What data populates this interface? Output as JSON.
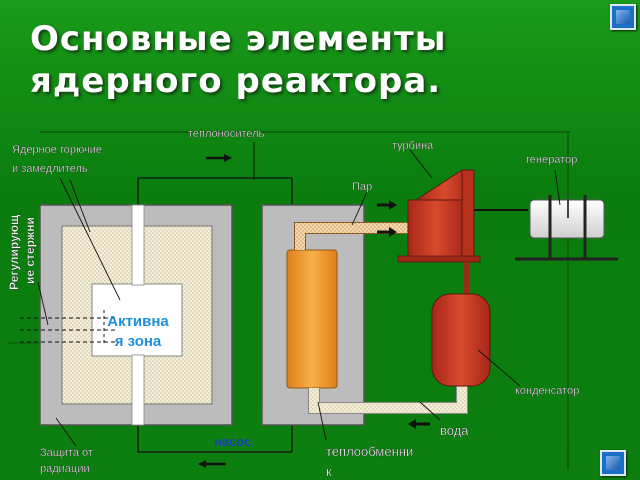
{
  "title_line1": "Основные элементы",
  "title_line2": "ядерного реактора.",
  "labels": {
    "fuel_line1": "Ядерное горючие",
    "fuel_line2": "и замедлитель",
    "control_rods_line1": "Регулирующ",
    "control_rods_line2": "ие стержни",
    "coolant": "теплоноситель",
    "turbine": "турбина",
    "generator": "генератор",
    "steam": "Пар",
    "core_line1": "Активна",
    "core_line2": "я зона",
    "condenser": "конденсатор",
    "water": "вода",
    "pump": "насос",
    "heat_exchanger_line1": "теплообменни",
    "heat_exchanger_line2": "к",
    "shield_line1": "Защита от",
    "shield_line2": "радиации"
  },
  "colors": {
    "background": "#0c7f10",
    "shield_gray": "#bdbdbd",
    "turbine_red": "#c8321e",
    "heat_exchanger_orange": "#f39a2c",
    "core_label_blue": "#1e8fd8",
    "pump_label_blue": "#1c3fbf"
  }
}
